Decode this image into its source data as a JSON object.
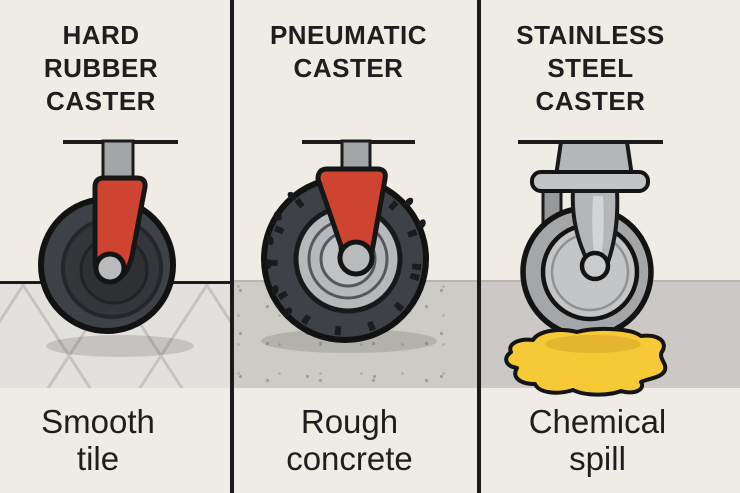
{
  "infographic": {
    "background": "#efece5",
    "divider_color": "#1b1b1b",
    "text_color": "#1e1e1e",
    "accent_red": "#cf4430",
    "spill_yellow": "#f6c937",
    "wheel_dark": "#3e4145",
    "steel_gray": "#b6b8ba",
    "tile_floor": "#e3e1dd",
    "concrete_floor": "#cdcbc6",
    "plain_floor": "#cbc9c5",
    "panels": [
      {
        "title": "HARD\nRUBBER\nCASTER",
        "caption": "Smooth\ntile"
      },
      {
        "title": "PNEUMATIC\nCASTER",
        "caption": "Rough\nconcrete"
      },
      {
        "title": "STAINLESS\nSTEEL\nCASTER",
        "caption": "Chemical\nspill"
      }
    ]
  }
}
